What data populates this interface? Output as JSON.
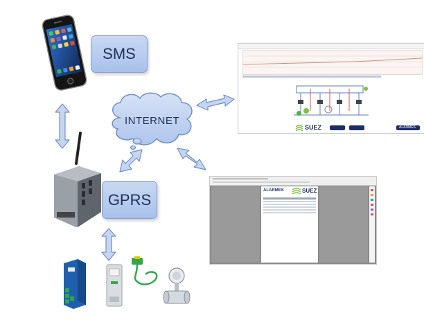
{
  "labels": {
    "sms": "SMS",
    "internet": "INTERNET",
    "gprs": "GPRS"
  },
  "screens": {
    "dashboard": {
      "brand": "SUEZ",
      "buttons": [
        "",
        "",
        "ALARMES"
      ]
    },
    "report": {
      "heading": "ALARMES",
      "brand": "SUEZ"
    }
  },
  "colors": {
    "label_fill": "#b4caee",
    "label_border": "#7f9fd6",
    "label_text": "#1f2f57",
    "arrow_fill": "#c7d6f0",
    "arrow_stroke": "#6f8fc8",
    "brand_green": "#7fc241",
    "button_navy": "#1d2d6b"
  },
  "icons": [
    "smartphone-icon",
    "gprs-router-icon",
    "io-module-icon",
    "din-sensor-icon",
    "thermocouple-icon",
    "flowmeter-icon"
  ]
}
